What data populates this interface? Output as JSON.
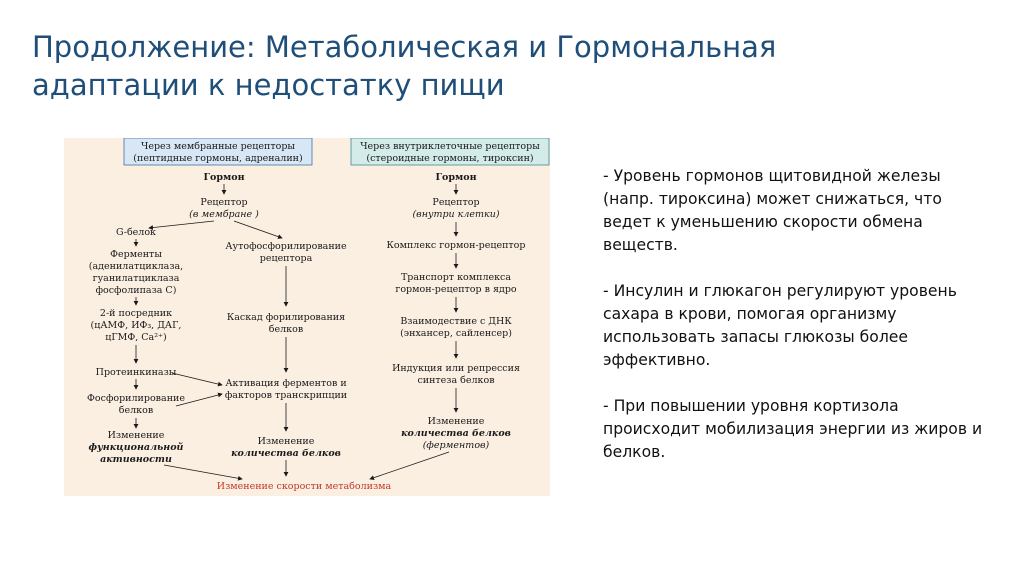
{
  "slide": {
    "title": "Продолжение: Метаболическая и Гормональная адаптации к недостатку пищи",
    "notes": [
      "- Уровень гормонов щитовидной железы (напр. тироксина) может снижаться, что ведет к уменьшению скорости обмена веществ.",
      "- Инсулин и глюкагон регулируют уровень сахара в крови, помогая организму использовать запасы глюкозы более эффективно.",
      "- При повышении уровня кортизола происходит мобилизация энергии из жиров и белков."
    ]
  },
  "diagram": {
    "left_header": [
      "Через мембранные рецепторы",
      "(пептидные гормоны, адреналин)"
    ],
    "right_header": [
      "Через внутриклеточные рецепторы",
      "(стероидные гормоны, тироксин)"
    ],
    "left_hormone": "Гормон",
    "right_hormone": "Гормон",
    "left_receptor": [
      "Рецептор",
      "(в мембране )"
    ],
    "right_receptor": [
      "Рецептор",
      "(внутри клетки)"
    ],
    "g_protein": "G-белок",
    "enzymes": [
      "Ферменты",
      "(аденилатциклаза,",
      "гуанилатциклаза",
      "фосфолипаза C)"
    ],
    "autophos": [
      "Аутофосфорилирование",
      "рецептора"
    ],
    "messenger": [
      "2-й посредник",
      "(цАМФ, ИФ₃, ДАГ,",
      "цГМФ, Ca²⁺)"
    ],
    "cascade": [
      "Каскад форилирования",
      "белков"
    ],
    "protein_kinases": "Протеинкиназы",
    "activation": [
      "Активация ферментов и",
      "факторов транскрипции"
    ],
    "phosphorylation": [
      "Фосфорилирование",
      "белков"
    ],
    "func_change": [
      "Изменение",
      "функциональной",
      "активности"
    ],
    "amount_change": [
      "Изменение",
      "количества белков"
    ],
    "complex": "Комплекс гормон-рецептор",
    "transport": [
      "Транспорт комплекса",
      "гормон-рецептор в ядро"
    ],
    "dna": [
      "Взаимодествие с ДНК",
      "(энхансер, сайленсер)"
    ],
    "induction": [
      "Индукция или репрессия",
      "синтеза белков"
    ],
    "right_change": [
      "Изменение",
      "количества белков",
      "(ферментов)"
    ],
    "result": "Изменение скорости метаболизма"
  }
}
